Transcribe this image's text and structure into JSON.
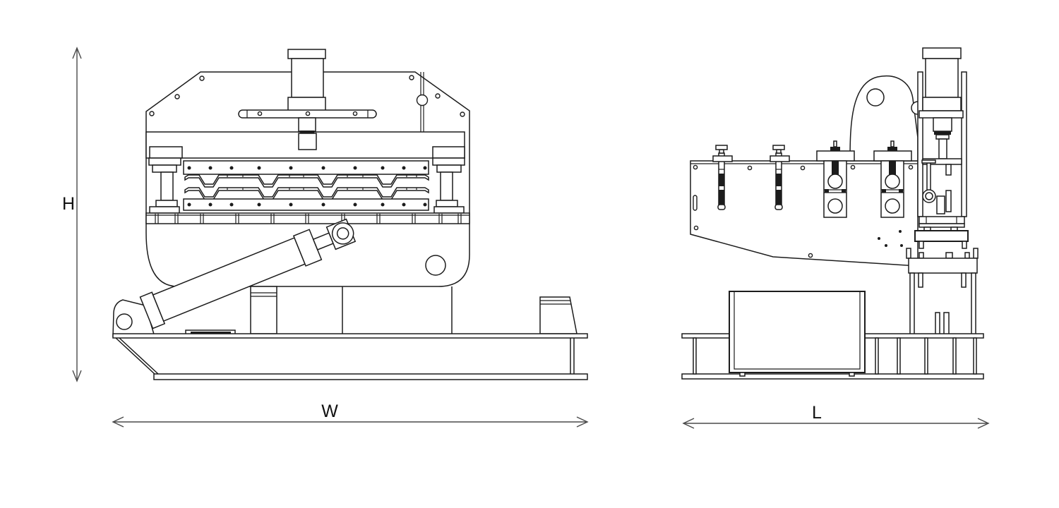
{
  "drawing": {
    "type": "technical-drawing",
    "views": {
      "front": "front-view",
      "side": "side-view"
    },
    "dimensions": {
      "height_label": "H",
      "width_label": "W",
      "length_label": "L"
    },
    "colors": {
      "background": "#ffffff",
      "line": "#1c1c1c",
      "dimension_line": "#4a4a4a",
      "label_text": "#111111"
    }
  }
}
